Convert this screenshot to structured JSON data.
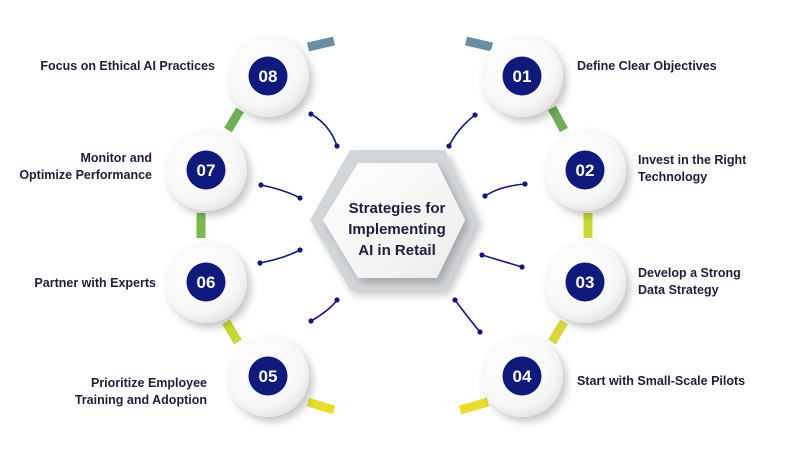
{
  "title": [
    "Strategies for",
    "Implementing",
    "AI in Retail"
  ],
  "steps": [
    {
      "num": "01",
      "label": [
        "Define Clear Objectives"
      ]
    },
    {
      "num": "02",
      "label": [
        "Invest in the Right",
        "Technology"
      ]
    },
    {
      "num": "03",
      "label": [
        "Develop a Strong",
        "Data Strategy"
      ]
    },
    {
      "num": "04",
      "label": [
        "Start with Small-Scale Pilots"
      ]
    },
    {
      "num": "05",
      "label": [
        "Prioritize Employee",
        "Training and Adoption"
      ]
    },
    {
      "num": "06",
      "label": [
        "Partner with Experts"
      ]
    },
    {
      "num": "07",
      "label": [
        "Monitor and",
        "Optimize Performance"
      ]
    },
    {
      "num": "08",
      "label": [
        "Focus on Ethical AI Practices"
      ]
    }
  ],
  "colors": {
    "navy": "#0f1a7a",
    "connector_top": "#6a8ea3",
    "connector_green": "#6fae5a",
    "connector_lime": "#c6d83a",
    "connector_yellow": "#e8dc2e",
    "hex_outer": "#d3d6d9"
  }
}
